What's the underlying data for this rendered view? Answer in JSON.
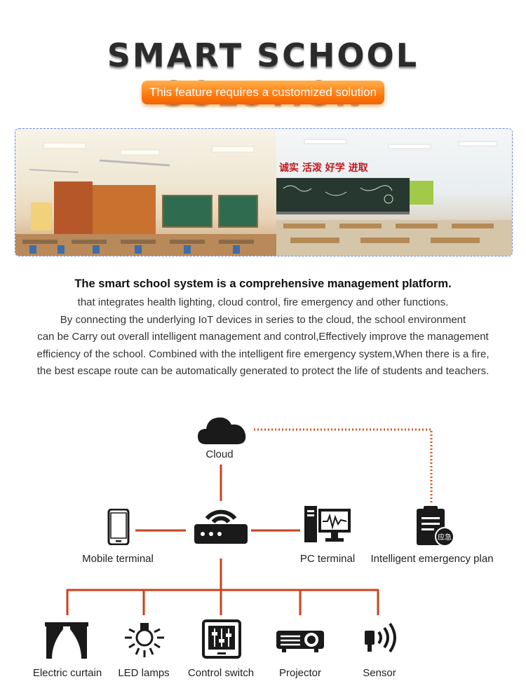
{
  "header": {
    "title": "SMART SCHOOL SOLUTION",
    "badge": "This feature requires a customized solution"
  },
  "photos": [
    {
      "name": "classroom-stage-photo"
    },
    {
      "name": "classroom-blackboard-photo",
      "board_text": "诚实 活泼 好学 进取"
    }
  ],
  "description": {
    "headline": "The smart school system is a comprehensive management platform.",
    "lines": [
      "that integrates health lighting, cloud control, fire emergency and other functions.",
      "By connecting the underlying IoT devices in series to the cloud, the school environment",
      "can be Carry out overall intelligent management and control,Effectively improve the management",
      "efficiency of the school. Combined with the intelligent fire emergency system,When there is a fire,",
      "the best escape route can be automatically generated to protect the life of students and teachers."
    ]
  },
  "diagram": {
    "cloud": {
      "label": "Cloud",
      "icon": "cloud-icon"
    },
    "router": {
      "icon": "router-icon"
    },
    "mobile": {
      "label": "Mobile terminal",
      "icon": "mobile-phone-icon"
    },
    "pc": {
      "label": "PC terminal",
      "icon": "pc-terminal-icon"
    },
    "emergency": {
      "label": "Intelligent emergency plan",
      "icon": "emergency-plan-icon",
      "badge": "应急"
    },
    "devices": [
      {
        "label": "Electric curtain",
        "icon": "curtain-icon"
      },
      {
        "label": "LED lamps",
        "icon": "lamp-icon"
      },
      {
        "label": "Control switch",
        "icon": "control-switch-icon"
      },
      {
        "label": "Projector",
        "icon": "projector-icon"
      },
      {
        "label": "Sensor",
        "icon": "sensor-icon"
      }
    ],
    "colors": {
      "line": "#c9421c",
      "dotted": "#d9531e",
      "icon": "#1a1a1a"
    }
  }
}
